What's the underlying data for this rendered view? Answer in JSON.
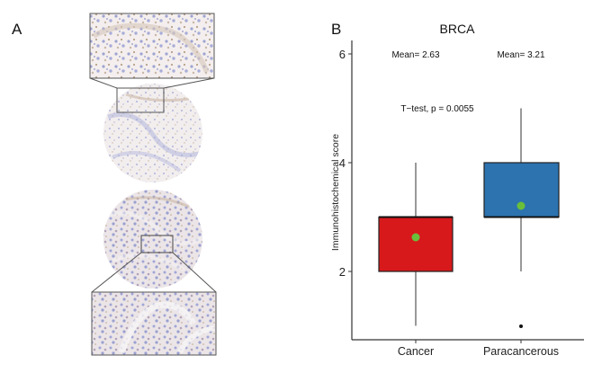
{
  "panels": {
    "a": {
      "label": "A",
      "description": "Immunohistochemistry tissue microarray cores with zoomed insets",
      "images": [
        {
          "name": "top-core",
          "stain": "weak"
        },
        {
          "name": "bottom-core",
          "stain": "weak-moderate"
        }
      ]
    },
    "b": {
      "label": "B"
    }
  },
  "chart_data": {
    "type": "box",
    "title": "BRCA",
    "xlabel": "",
    "ylabel": "Immunohistochemical score",
    "ylim": [
      0.7,
      6.3
    ],
    "yticks": [
      2,
      4,
      6
    ],
    "ytick_labels": [
      "2",
      "4",
      "6"
    ],
    "categories": [
      "Cancer",
      "Paracancerous"
    ],
    "series": [
      {
        "name": "Cancer",
        "color": "#d7191c",
        "whisker_low": 1,
        "q1": 2,
        "median": 3,
        "q3": 3,
        "whisker_high": 4,
        "mean": 2.63,
        "outliers": []
      },
      {
        "name": "Paracancerous",
        "color": "#2c73b0",
        "whisker_low": 2,
        "q1": 3,
        "median": 3,
        "q3": 4,
        "whisker_high": 5,
        "mean": 3.21,
        "outliers": [
          1
        ]
      }
    ],
    "mean_marker_color": "#6abf3a",
    "annotations": {
      "mean_labels": [
        "Mean= 2.63",
        "Mean= 3.21"
      ],
      "test": "T−test, p = 0.0055"
    },
    "grid": false,
    "legend": "none"
  }
}
